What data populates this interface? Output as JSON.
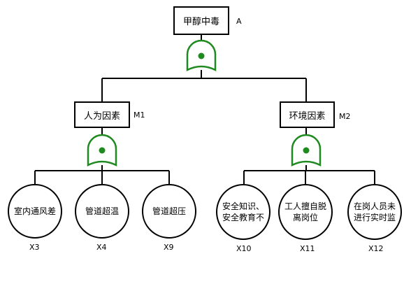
{
  "top_event": {
    "label": "甲醇中毒",
    "id": "A"
  },
  "intermediate_events": [
    {
      "label": "人为因素",
      "id": "M1"
    },
    {
      "label": "环境因素",
      "id": "M2"
    }
  ],
  "basic_events": [
    {
      "lines": [
        "室内通风差"
      ],
      "id": "X3"
    },
    {
      "lines": [
        "管道超温"
      ],
      "id": "X4"
    },
    {
      "lines": [
        "管道超压"
      ],
      "id": "X9"
    },
    {
      "lines": [
        "安全知识、",
        "安全教育不"
      ],
      "id": "X10"
    },
    {
      "lines": [
        "工人擅自脱",
        "离岗位"
      ],
      "id": "X11"
    },
    {
      "lines": [
        "在岗人员未",
        "进行实时监"
      ],
      "id": "X12"
    }
  ],
  "colors": {
    "gate": "#1f8a1f",
    "line": "#000000"
  },
  "gate_symbol": "or-gate-icon"
}
